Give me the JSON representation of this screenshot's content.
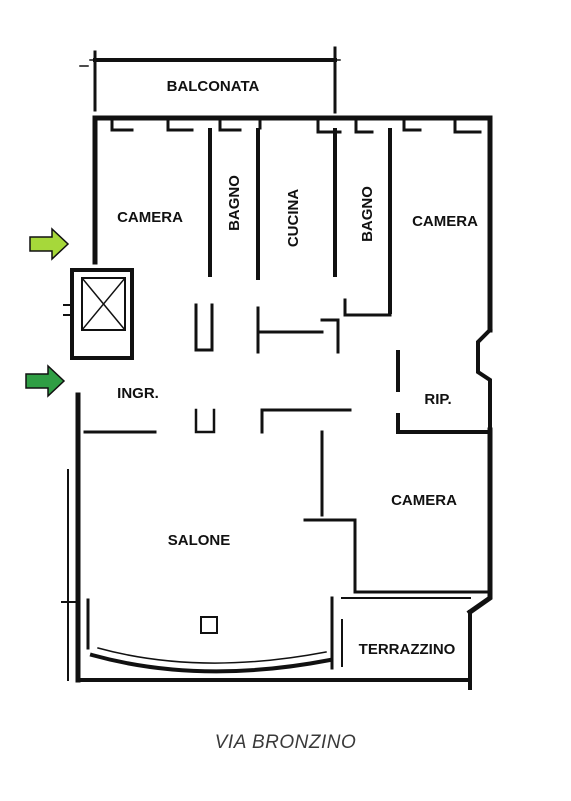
{
  "rooms": {
    "balconata": "BALCONATA",
    "camera_top_left": "CAMERA",
    "bagno_left": "BAGNO",
    "cucina": "CUCINA",
    "bagno_right": "BAGNO",
    "camera_top_right": "CAMERA",
    "ingresso": "INGR.",
    "ripostiglio": "RIP.",
    "camera_right": "CAMERA",
    "salone": "SALONE",
    "terrazzino": "TERRAZZINO"
  },
  "street_label": "VIA BRONZINO",
  "colors": {
    "wall": "#111111",
    "arrow_secondary": "#a6d83a",
    "arrow_main": "#2f9e44"
  },
  "icons": [
    "entrance-arrow-secondary",
    "entrance-arrow-main",
    "elevator-shaft-icon"
  ]
}
